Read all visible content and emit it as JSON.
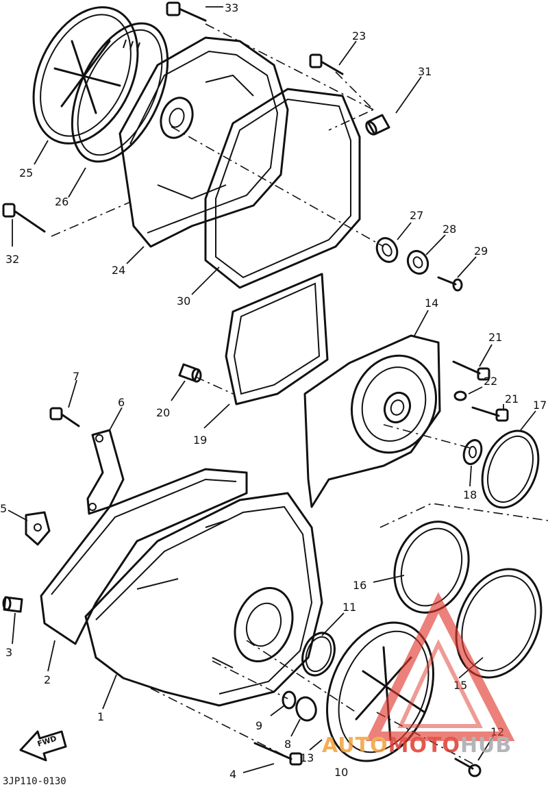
{
  "diagram": {
    "labels": {
      "p1": "1",
      "p2": "2",
      "p3": "3",
      "p4": "4",
      "p5": "5",
      "p6": "6",
      "p7": "7",
      "p8": "8",
      "p9": "9",
      "p10": "10",
      "p11": "11",
      "p12": "12",
      "p13": "13",
      "p14": "14",
      "p15": "15",
      "p16": "16",
      "p17": "17",
      "p18": "18",
      "p19": "19",
      "p20": "20",
      "p21a": "21",
      "p21b": "21",
      "p22": "22",
      "p23": "23",
      "p24": "24",
      "p25": "25",
      "p26": "26",
      "p27": "27",
      "p28": "28",
      "p29": "29",
      "p30": "30",
      "p31": "31",
      "p32": "32",
      "p33": "33"
    },
    "fwd_arrow": "FWD",
    "drawing_code": "3JP110-0130"
  },
  "watermark": {
    "part1": "AUTO",
    "part2": "MOTO",
    "part3": "HUB",
    "colors": {
      "red": "#e03a2f",
      "orange": "#f2a23a",
      "gray": "#a7a9ac"
    }
  }
}
